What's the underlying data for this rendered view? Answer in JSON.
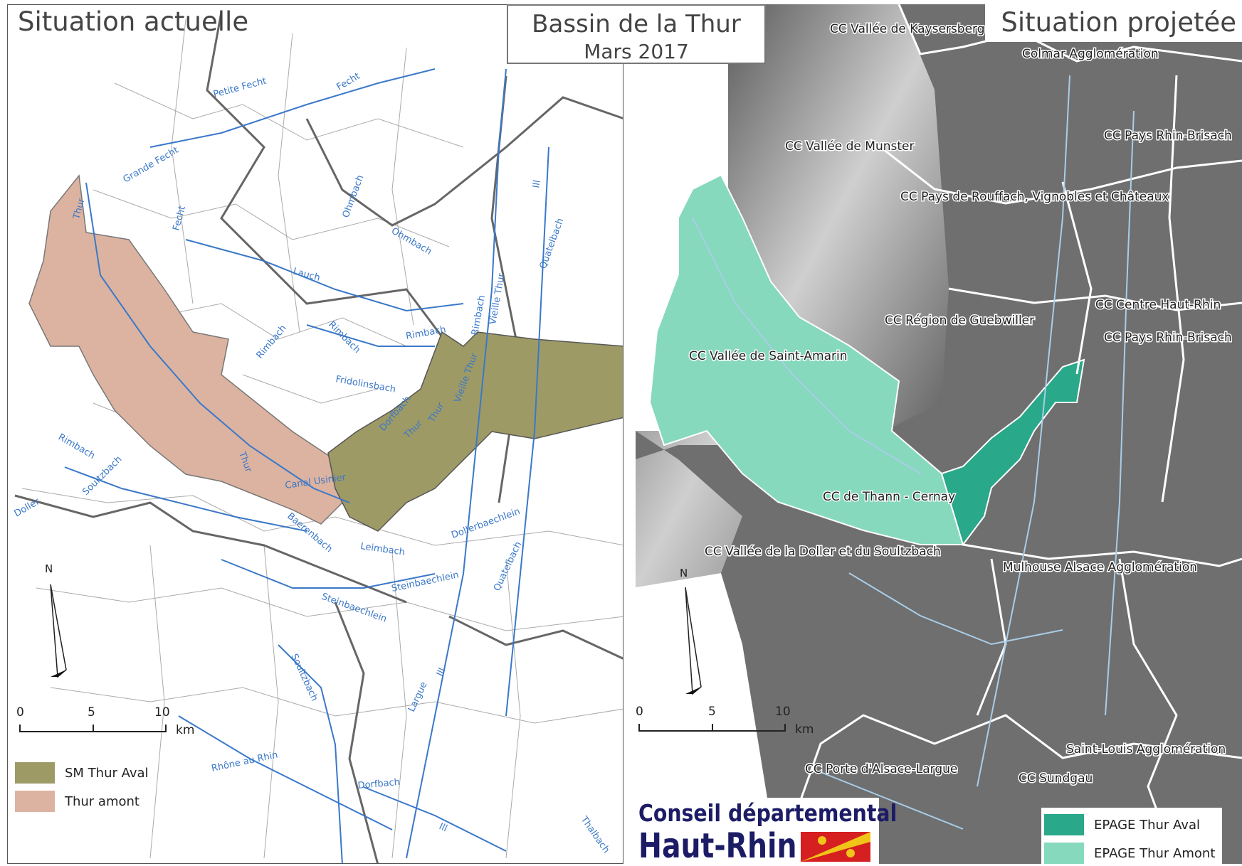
{
  "title": {
    "main": "Bassin de la Thur",
    "date": "Mars 2017"
  },
  "left_map": {
    "heading": "Situation actuelle",
    "colors": {
      "sm_thur_aval": "#9e9a66",
      "thur_amont": "#dcb3a0",
      "river": "#3a78c9",
      "boundary": "#888888"
    },
    "river_labels": {
      "petite_fecht": "Petite Fecht",
      "fecht_ne": "Fecht",
      "grande_fecht": "Grande Fecht",
      "fecht_w": "Fecht",
      "thur_n": "Thur",
      "ohmbach_1": "Ohmbach",
      "ohmbach_2": "Ohmbach",
      "ill_n": "Ill",
      "quatelbach_n": "Quatelbach",
      "lauch": "Lauch",
      "vieille_thur_1": "Vieille Thur",
      "rimbach_1": "Rimbach",
      "rimbach_2": "Rimbach",
      "rimbach_3": "Rimbach",
      "rimbach_4": "Rimbach",
      "fridolinsbach": "Fridolinsbach",
      "vieille_thur_2": "Vieille Thur",
      "dorfbach_1": "Dorfbach",
      "thur_c1": "Thur",
      "thur_c2": "Thur",
      "rimbach_w": "Rimbach",
      "thur_s": "Thur",
      "soultzbach_1": "Soultzbach",
      "doller": "Doller",
      "canal_usinier": "Canal Usinier",
      "dollerbaechlein": "Dollerbaechlein",
      "baerenbach": "Baerenbach",
      "leimbach": "Leimbach",
      "steinbaechlein_1": "Steinbaechlein",
      "quatelbach_s": "Quatelbach",
      "steinbaechlein_2": "Steinbaechlein",
      "soultzbach_2": "Soultzbach",
      "largue": "Largue",
      "ill_s": "Ill",
      "rhone_au_rhin": "Rhône au Rhin",
      "dorfbach_2": "Dorfbach",
      "ill_s2": "Ill",
      "thalbach": "Thalbach"
    },
    "north": "N",
    "scale": {
      "t0": "0",
      "t5": "5",
      "t10": "10",
      "unit": "km"
    },
    "legend": [
      {
        "label": "SM Thur Aval",
        "color": "#9e9a66"
      },
      {
        "label": "Thur amont",
        "color": "#dcb3a0"
      }
    ]
  },
  "right_map": {
    "heading": "Situation projetée",
    "colors": {
      "epage_thur_aval": "#2aa88a",
      "epage_thur_amont": "#86d9bd",
      "relief": "#6f6f6f",
      "boundary": "#ffffff",
      "river": "#a9cde8"
    },
    "area_labels": {
      "kaysersberg": "CC Vallée de Kaysersberg",
      "colmar": "Colmar Agglomération",
      "pays_rhin_brisach_1": "CC Pays Rhin-Brisach",
      "munster": "CC Vallée de Munster",
      "rouffach": "CC Pays de Rouffach, Vignobles et Châteaux",
      "centre_haut_rhin": "CC Centre Haut-Rhin",
      "guebwiller": "CC Région de Guebwiller",
      "pays_rhin_brisach_2": "CC Pays Rhin-Brisach",
      "saint_amarin": "CC Vallée de Saint-Amarin",
      "thann_cernay": "CC de Thann - Cernay",
      "doller_soultzbach": "CC Vallée de la Doller et du Soultzbach",
      "mulhouse": "Mulhouse Alsace Agglomération",
      "saint_louis": "Saint-Louis Agglomération",
      "porte_alsace": "CC Porte d'Alsace-Largue",
      "sundgau": "CC Sundgau"
    },
    "north": "N",
    "scale": {
      "t0": "0",
      "t5": "5",
      "t10": "10",
      "unit": "km"
    },
    "legend": [
      {
        "label": "EPAGE Thur Aval",
        "color": "#2aa88a"
      },
      {
        "label": "EPAGE Thur Amont",
        "color": "#86d9bd"
      }
    ]
  },
  "logo": {
    "line1": "Conseil départemental",
    "line2": "Haut-Rhin"
  }
}
